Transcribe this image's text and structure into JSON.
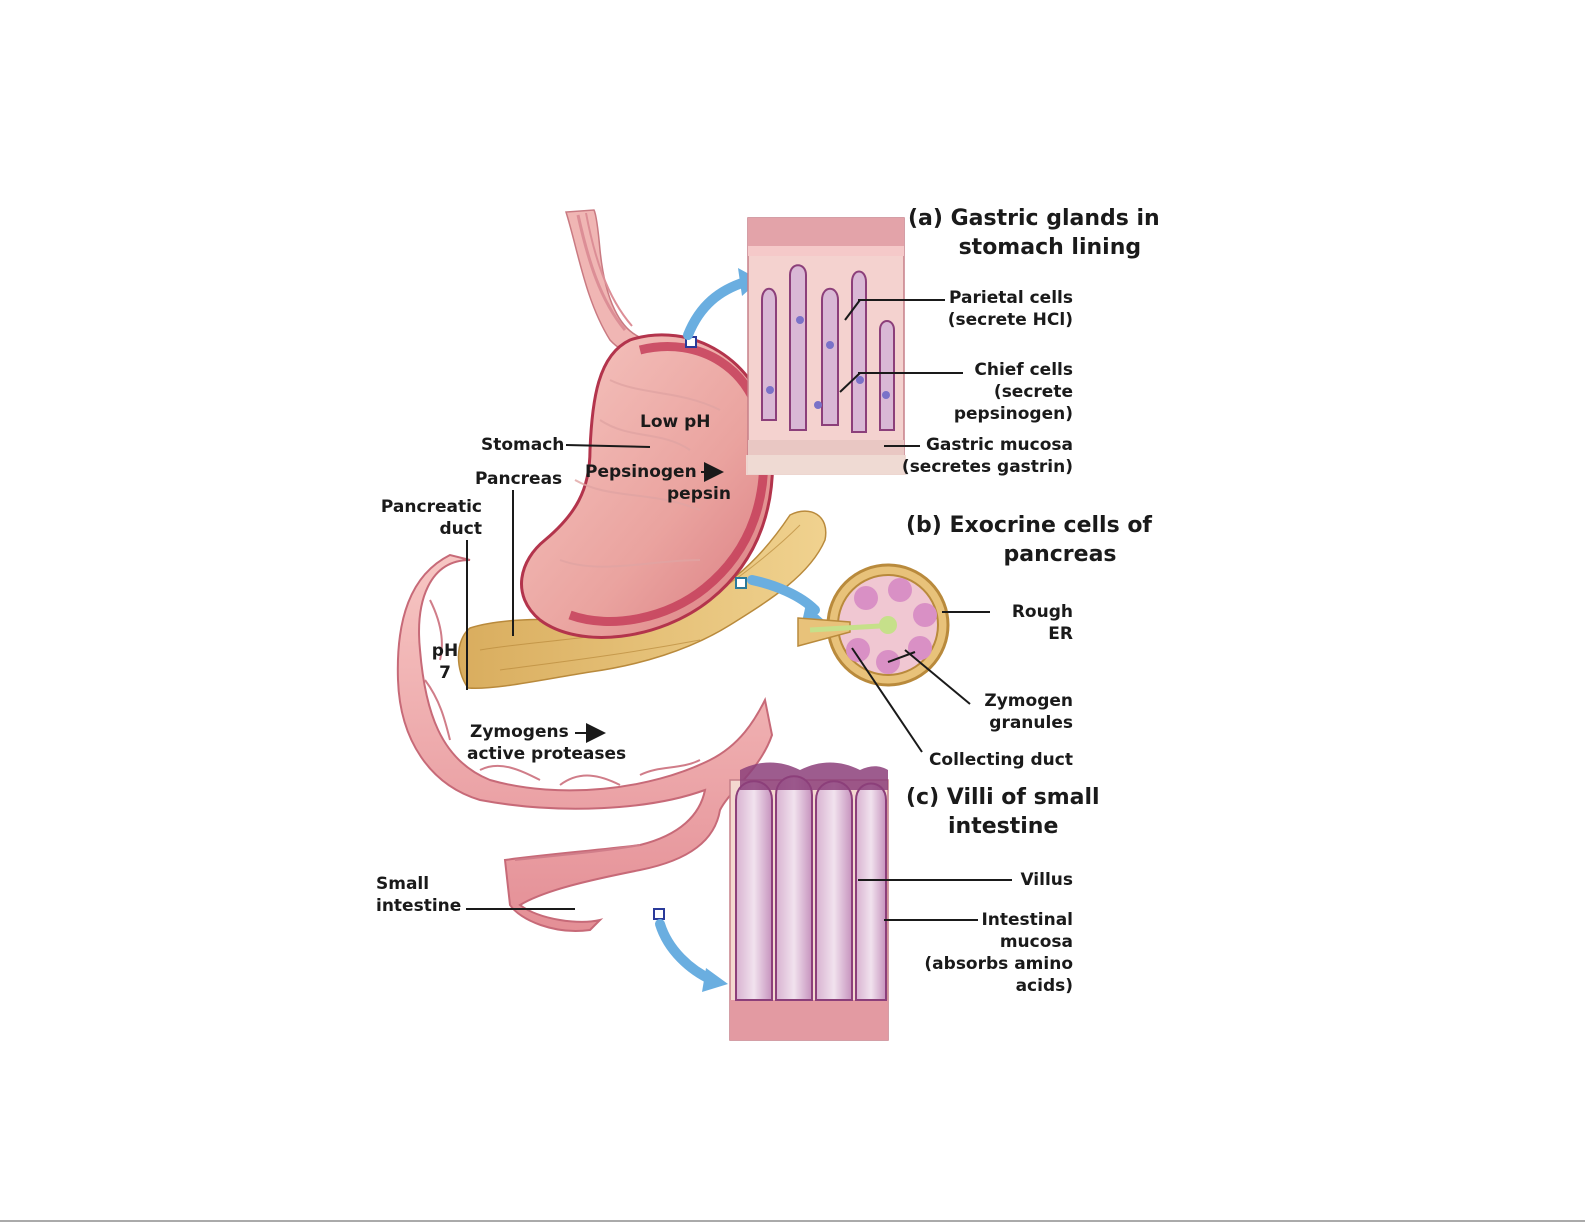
{
  "panels": {
    "a": {
      "title_line1": "(a) Gastric glands in",
      "title_line2": "stomach lining",
      "parietal_line1": "Parietal cells",
      "parietal_line2": "(secrete HCl)",
      "chief_line1": "Chief cells",
      "chief_line2": "(secrete",
      "chief_line3": "pepsinogen)",
      "mucosa_line1": "Gastric mucosa",
      "mucosa_line2": "(secretes gastrin)"
    },
    "b": {
      "title_line1": "(b) Exocrine cells of",
      "title_line2": "pancreas",
      "rough_line1": "Rough",
      "rough_line2": "ER",
      "zymogen_line1": "Zymogen",
      "zymogen_line2": "granules",
      "collecting": "Collecting duct"
    },
    "c": {
      "title_line1": "(c) Villi of small",
      "title_line2": "intestine",
      "villus": "Villus",
      "mucosa_line1": "Intestinal",
      "mucosa_line2": "mucosa",
      "mucosa_line3": "(absorbs amino",
      "mucosa_line4": "acids)"
    }
  },
  "organs": {
    "low_ph": "Low pH",
    "stomach": "Stomach",
    "pancreas": "Pancreas",
    "pepsinogen": "Pepsinogen",
    "pepsin": "pepsin",
    "pancreatic_duct_line1": "Pancreatic",
    "pancreatic_duct_line2": "duct",
    "ph_line1": "pH",
    "ph_line2": "7",
    "zymogens": "Zymogens",
    "active_proteases": "active proteases",
    "small_intestine_line1": "Small",
    "small_intestine_line2": "intestine"
  },
  "colors": {
    "tissue_pink": "#e8929a",
    "tissue_light": "#f4c0c0",
    "tissue_dark": "#b3344c",
    "pancreas_tan": "#e8c27a",
    "arrow_blue": "#6aaee0",
    "villus_purple": "#8c3f7a"
  }
}
